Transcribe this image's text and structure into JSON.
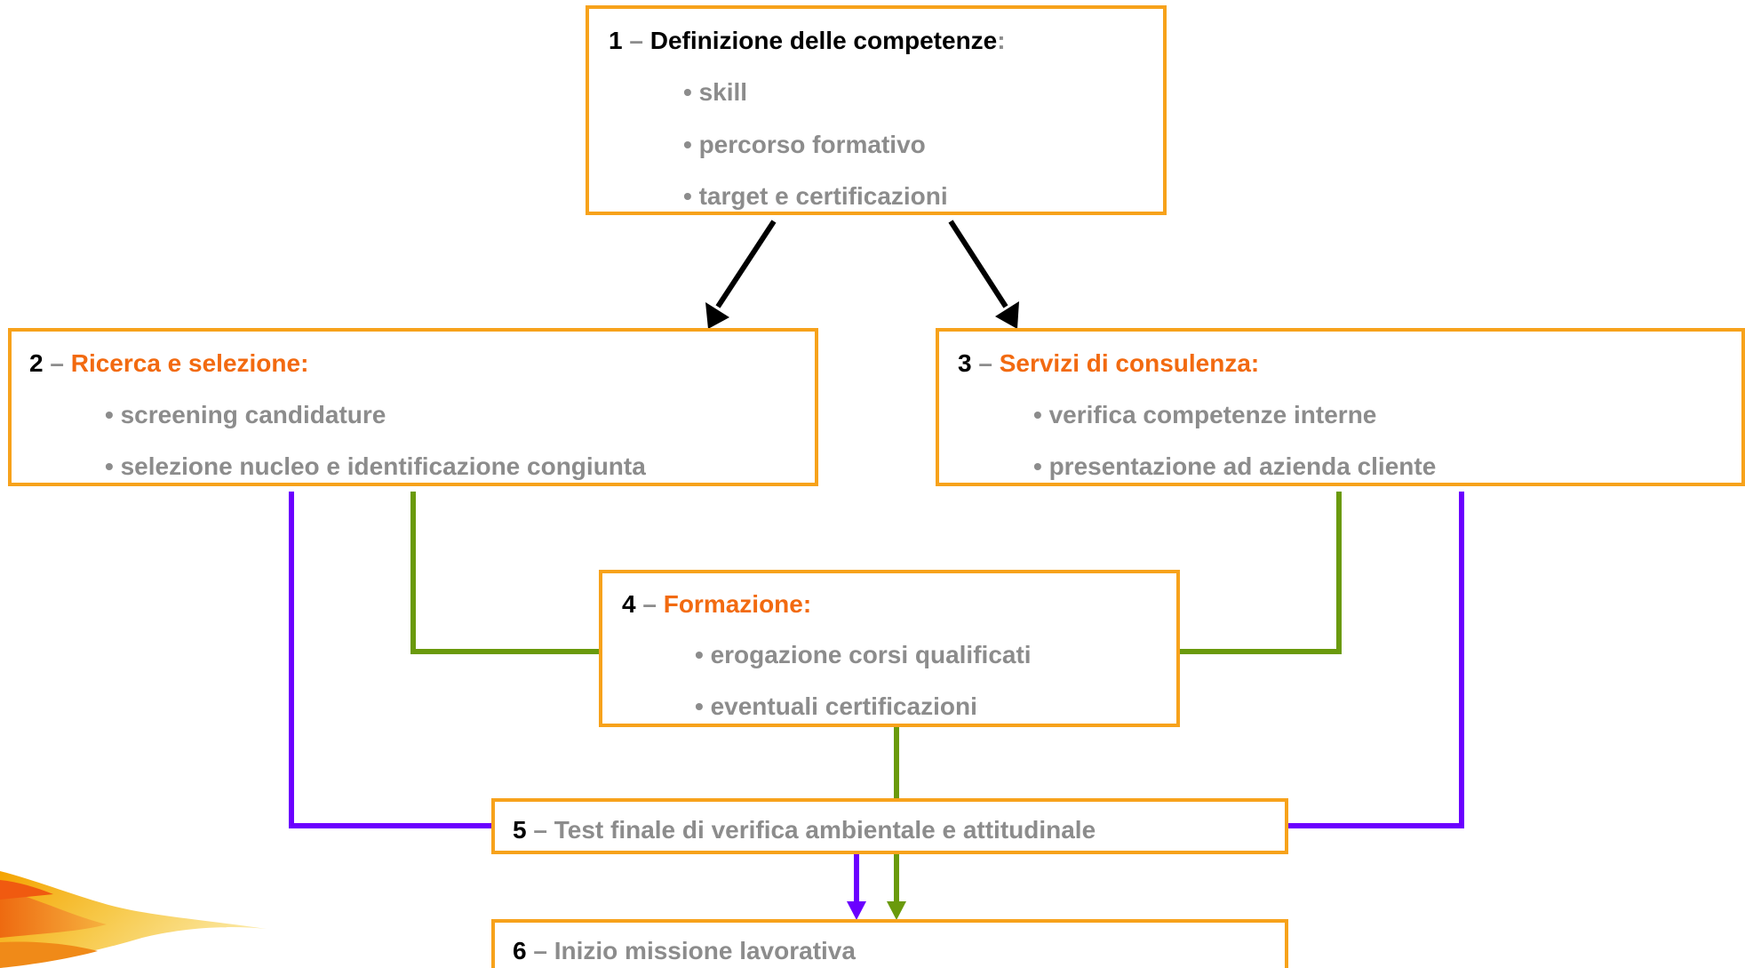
{
  "colors": {
    "box_border": "#f7a21b",
    "accent_orange": "#f26a10",
    "text_gray": "#8c8c8c",
    "connector_green": "#6a9a0c",
    "connector_purple": "#6b00ff",
    "arrow_black": "#000000"
  },
  "boxes": {
    "b1": {
      "number": "1",
      "dash": "–",
      "title": "Definizione delle competenze",
      "colon": ":",
      "items": [
        "• skill",
        "• percorso formativo",
        "• target e certificazioni"
      ]
    },
    "b2": {
      "number": "2",
      "dash": "–",
      "title": "Ricerca e selezione:",
      "items": [
        "• screening candidature",
        "• selezione nucleo e identificazione congiunta"
      ]
    },
    "b3": {
      "number": "3",
      "dash": "–",
      "title": "Servizi di consulenza:",
      "items": [
        "• verifica competenze interne",
        "• presentazione ad azienda cliente"
      ]
    },
    "b4": {
      "number": "4",
      "dash": "–",
      "title": "Formazione:",
      "items": [
        "• erogazione corsi qualificati",
        "• eventuali certificazioni"
      ]
    },
    "b5": {
      "number": "5",
      "dash": "–",
      "title": "Test finale di verifica ambientale e attitudinale"
    },
    "b6": {
      "number": "6",
      "dash": "–",
      "title": "Inizio missione lavorativa"
    }
  }
}
